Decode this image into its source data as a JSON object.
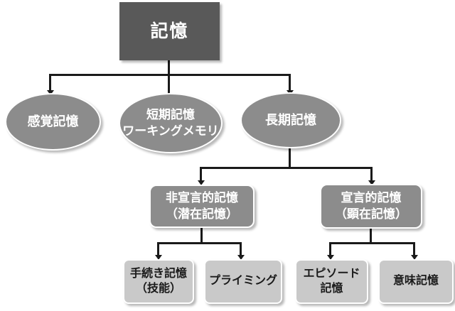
{
  "colors": {
    "root_fill": "#595959",
    "level2_fill": "#8c8c8c",
    "level4_fill": "#c9c9c9",
    "line": "#1a1a1a",
    "text_light": "#ffffff",
    "text_dark": "#1a1a1a"
  },
  "nodes": {
    "root": {
      "label": "記憶"
    },
    "sensory": {
      "label": "感覚記憶"
    },
    "short_term": {
      "line1": "短期記憶",
      "line2": "ワーキングメモリ"
    },
    "long_term": {
      "label": "長期記憶"
    },
    "nondeclarative": {
      "line1": "非宣言的記憶",
      "line2": "（潜在記憶）"
    },
    "declarative": {
      "line1": "宣言的記憶",
      "line2": "（顕在記憶）"
    },
    "procedural": {
      "line1": "手続き記憶",
      "line2": "（技能）"
    },
    "priming": {
      "label": "プライミング"
    },
    "episodic": {
      "line1": "エピソード",
      "line2": "記憶"
    },
    "semantic": {
      "label": "意味記憶"
    }
  }
}
